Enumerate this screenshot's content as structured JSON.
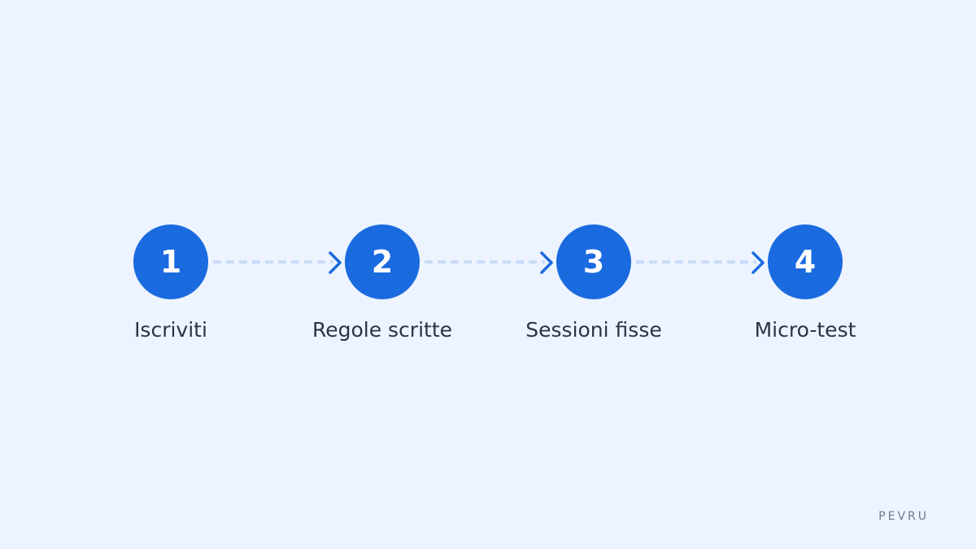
{
  "diagram": {
    "steps": [
      {
        "number": "1",
        "label": "Iscriviti"
      },
      {
        "number": "2",
        "label": "Regole scritte"
      },
      {
        "number": "3",
        "label": "Sessioni fisse"
      },
      {
        "number": "4",
        "label": "Micro-test"
      }
    ]
  },
  "footer": {
    "brand": "PEVRU"
  },
  "colors": {
    "background": "#edf4ff",
    "accent": "#1a6ae0",
    "connector": "#c9dcf7",
    "label": "#2a3443",
    "brand": "#6f7a8c"
  }
}
